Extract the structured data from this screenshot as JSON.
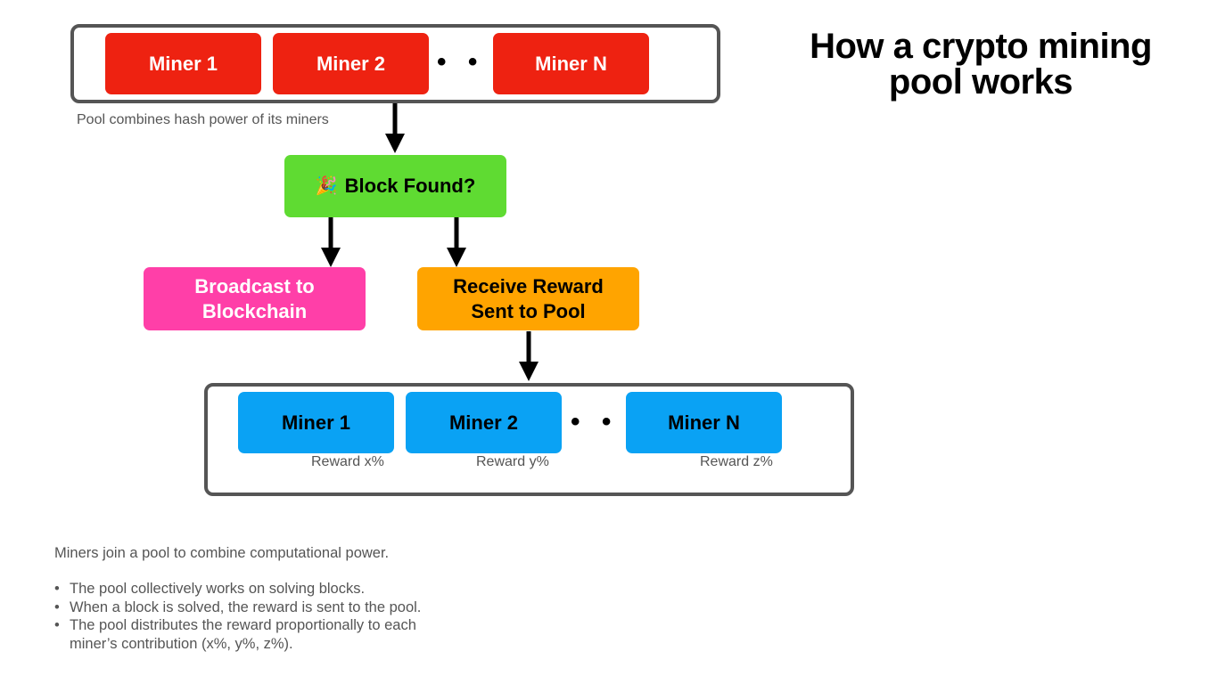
{
  "title": {
    "line1": "How a crypto mining",
    "line2": "pool works"
  },
  "top_pool": {
    "miners": [
      "Miner 1",
      "Miner 2",
      "Miner N"
    ],
    "ellipsis": "• • •",
    "caption": "Pool combines hash power of its miners",
    "color": "#ee2211"
  },
  "block_found": {
    "icon": "party-popper-icon",
    "icon_glyph": "🎉",
    "label": "Block Found?",
    "color": "#5fdb32"
  },
  "broadcast": {
    "line1": "Broadcast to",
    "line2": "Blockchain",
    "color": "#ff3fa8"
  },
  "receive": {
    "line1": "Receive Reward",
    "line2": "Sent to Pool",
    "color": "#ffa400"
  },
  "bottom_pool": {
    "miners": [
      "Miner 1",
      "Miner 2",
      "Miner N"
    ],
    "rewards": [
      "Reward x%",
      "Reward y%",
      "Reward z%"
    ],
    "ellipsis": "• • •",
    "color": "#0aa2f4"
  },
  "notes": {
    "intro": "Miners join a pool to combine computational power.",
    "bullets": [
      "The pool collectively works on solving blocks.",
      "When a block is solved, the reward is sent to the pool.",
      "The pool distributes the reward proportionally to each miner’s contribution (x%, y%, z%)."
    ]
  }
}
